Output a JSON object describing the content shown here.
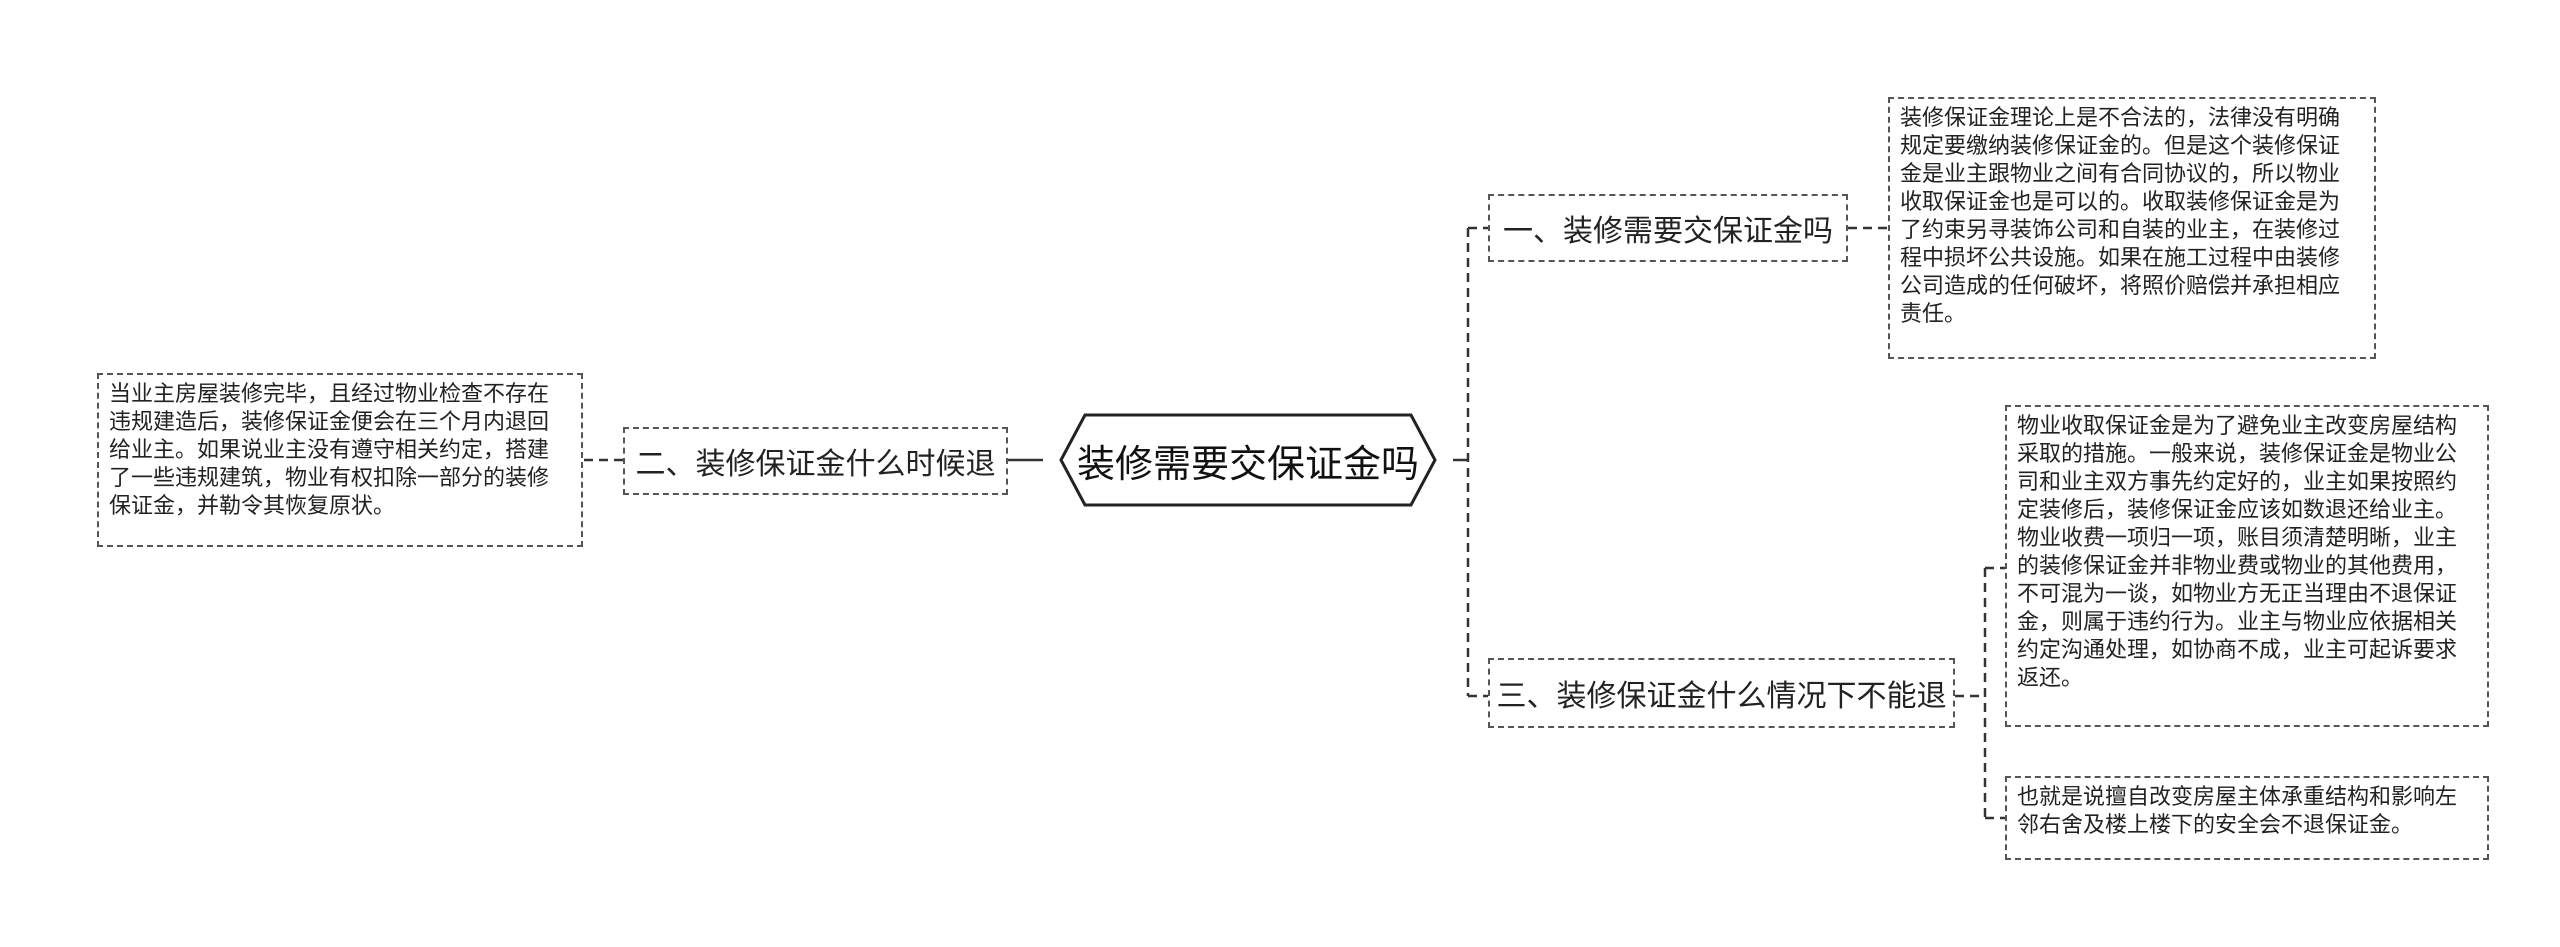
{
  "root": {
    "title": "装修需要交保证金吗"
  },
  "branches": [
    {
      "title": "一、装修需要交保证金吗",
      "details": [
        [
          "装修保证金理论上是不合法的，法律没有明确",
          "规定要缴纳装修保证金的。但是这个装修保证",
          "金是业主跟物业之间有合同协议的，所以物业",
          "收取保证金也是可以的。收取装修保证金是为",
          "了约束另寻装饰公司和自装的业主，在装修过",
          "程中损坏公共设施。如果在施工过程中由装修",
          "公司造成的任何破坏，将照价赔偿并承担相应",
          "责任。"
        ]
      ]
    },
    {
      "title": "二、装修保证金什么时候退",
      "details": [
        [
          "当业主房屋装修完毕，且经过物业检查不存在",
          "违规建造后，装修保证金便会在三个月内退回",
          "给业主。如果说业主没有遵守相关约定，搭建",
          "了一些违规建筑，物业有权扣除一部分的装修",
          "保证金，并勒令其恢复原状。"
        ]
      ]
    },
    {
      "title": "三、装修保证金什么情况下不能退",
      "details": [
        [
          "物业收取保证金是为了避免业主改变房屋结构",
          "采取的措施。一般来说，装修保证金是物业公",
          "司和业主双方事先约定好的，业主如果按照约",
          "定装修后，装修保证金应该如数退还给业主。",
          "物业收费一项归一项，账目须清楚明晰，业主",
          "的装修保证金并非物业费或物业的其他费用，",
          "不可混为一谈，如物业方无正当理由不退保证",
          "金，则属于违约行为。业主与物业应依据相关",
          "约定沟通处理，如协商不成，业主可起诉要求",
          "返还。"
        ],
        [
          "也就是说擅自改变房屋主体承重结构和影响左",
          "邻右舍及楼上楼下的安全会不退保证金。"
        ]
      ]
    }
  ]
}
